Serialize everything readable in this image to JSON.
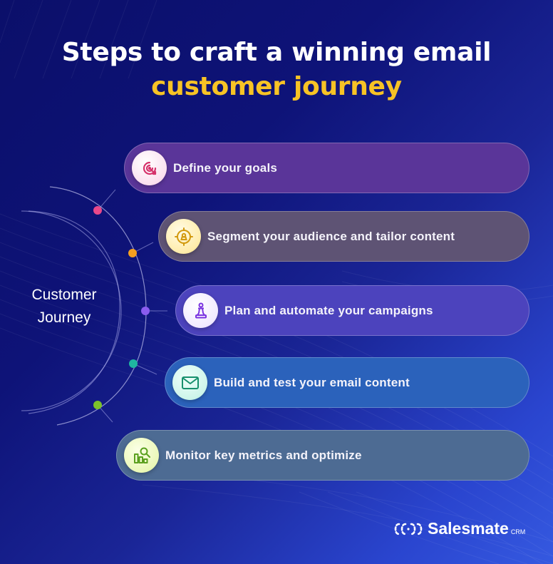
{
  "title": {
    "line1": "Steps to craft a winning email",
    "line2": "customer journey"
  },
  "center_label": {
    "line1": "Customer",
    "line2": "Journey"
  },
  "steps": [
    {
      "label": "Define your goals",
      "icon": "target-icon",
      "pill_color": "#5a3599",
      "icon_bg": "#fce4f1",
      "icon_color": "#d6336c",
      "dot_color": "#e8488a"
    },
    {
      "label": "Segment your audience and tailor content",
      "icon": "audience-target-icon",
      "pill_color": "#5e5374",
      "icon_bg": "#fff0b8",
      "icon_color": "#d39a0f",
      "dot_color": "#f5a020"
    },
    {
      "label": "Plan and automate your campaigns",
      "icon": "chess-pawn-icon",
      "pill_color": "#4c43bd",
      "icon_bg": "#f3ecff",
      "icon_color": "#7a33e0",
      "dot_color": "#8a5cf0"
    },
    {
      "label": "Build and test your email content",
      "icon": "envelope-icon",
      "pill_color": "#2b62bb",
      "icon_bg": "#d2f6ee",
      "icon_color": "#17906d",
      "dot_color": "#1fb5a0"
    },
    {
      "label": "Monitor key metrics and optimize",
      "icon": "chart-search-icon",
      "pill_color": "#4d6b93",
      "icon_bg": "#eef9c2",
      "icon_color": "#5aa01e",
      "dot_color": "#7cc22a"
    }
  ],
  "brand": {
    "name": "Salesmate",
    "suffix": "CRM"
  },
  "colors": {
    "accent_yellow": "#f7c325",
    "bg_dark": "#0b0f6a",
    "bg_light": "#3559e0"
  }
}
